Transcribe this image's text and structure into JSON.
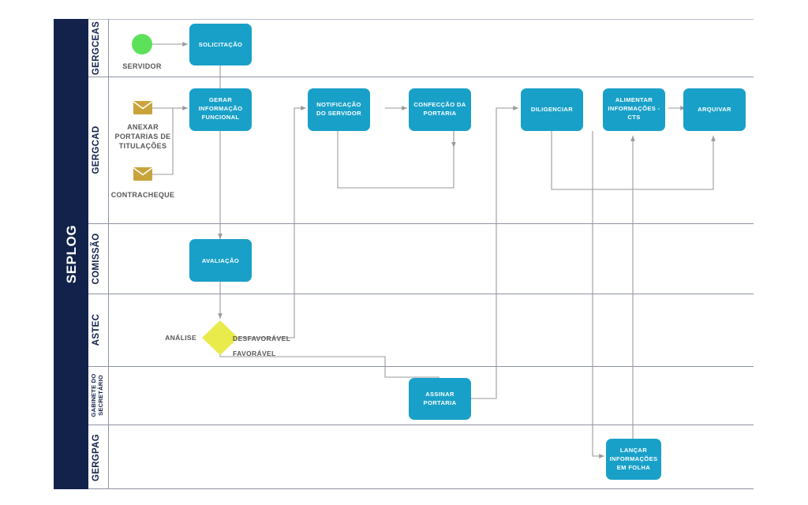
{
  "pool": {
    "title": "SEPLOG",
    "color": "#13224b"
  },
  "colors": {
    "task_fill": "#18a0c8",
    "task_text": "#ffffff",
    "start_event": "#5de05a",
    "gateway": "#e9ea4b",
    "envelope": "#c8a43a",
    "connector": "#9a9a9a",
    "lane_line": "#8d93a6",
    "lane_label": "#14224c",
    "external_label": "#575757"
  },
  "lanes": [
    {
      "id": "gergceas",
      "label": "GERGCEAS"
    },
    {
      "id": "gergcad",
      "label": "GERGCAD"
    },
    {
      "id": "comissao",
      "label": "COMISSÃO"
    },
    {
      "id": "astec",
      "label": "ASTEC"
    },
    {
      "id": "gabinete",
      "label": "GABINETE DO SECRETÁRIO"
    },
    {
      "id": "gergpag",
      "label": "GERGPAG"
    }
  ],
  "events": [
    {
      "id": "start",
      "type": "start-event",
      "lane": "gergceas",
      "label": "SERVIDOR"
    }
  ],
  "artifacts": [
    {
      "id": "anexar",
      "type": "envelope-icon",
      "lane": "gergcad",
      "label": "ANEXAR PORTARIAS DE TITULAÇÕES"
    },
    {
      "id": "contracheque",
      "type": "envelope-icon",
      "lane": "gergcad",
      "label": "CONTRACHEQUE"
    }
  ],
  "tasks": [
    {
      "id": "solicitacao",
      "lane": "gergceas",
      "label": "SOLICITAÇÃO"
    },
    {
      "id": "gerar-info",
      "lane": "gergcad",
      "label": "GERAR INFORMAÇÃO FUNCIONAL"
    },
    {
      "id": "notificacao",
      "lane": "gergcad",
      "label": "NOTIFICAÇÃO DO SERVIDOR"
    },
    {
      "id": "confeccao",
      "lane": "gergcad",
      "label": "CONFECÇÃO DA PORTARIA"
    },
    {
      "id": "diligenciar",
      "lane": "gergcad",
      "label": "DILIGENCIAR"
    },
    {
      "id": "alimentar",
      "lane": "gergcad",
      "label": "ALIMENTAR INFORMAÇÕES - CTS"
    },
    {
      "id": "arquivar",
      "lane": "gergcad",
      "label": "ARQUIVAR"
    },
    {
      "id": "avaliacao",
      "lane": "comissao",
      "label": "AVALIAÇÃO"
    },
    {
      "id": "assinar",
      "lane": "gabinete",
      "label": "ASSINAR PORTARIA"
    },
    {
      "id": "lancar",
      "lane": "gergpag",
      "label": "LANÇAR INFORMAÇÕES EM FOLHA"
    }
  ],
  "gateways": [
    {
      "id": "analise",
      "lane": "astec",
      "label": "ANÁLISE",
      "outcomes": [
        "DESFAVORÁVEL",
        "FAVORÁVEL"
      ]
    }
  ],
  "task_text_lines": {
    "solicitacao": [
      "SOLICITAÇÃO"
    ],
    "gerar-info": [
      "GERAR",
      "INFORMAÇÃO",
      "FUNCIONAL"
    ],
    "notificacao": [
      "NOTIFICAÇÃO",
      "DO SERVIDOR"
    ],
    "confeccao": [
      "CONFECÇÃO DA",
      "PORTARIA"
    ],
    "diligenciar": [
      "DILIGENCIAR"
    ],
    "alimentar": [
      "ALIMENTAR",
      "INFORMAÇÕES -",
      "CTS"
    ],
    "arquivar": [
      "ARQUIVAR"
    ],
    "avaliacao": [
      "AVALIAÇÃO"
    ],
    "assinar": [
      "ASSINAR",
      "PORTARIA"
    ],
    "lancar": [
      "LANÇAR",
      "INFORMAÇÕES",
      "EM FOLHA"
    ]
  },
  "artifact_text_lines": {
    "servidor": [
      "SERVIDOR"
    ],
    "anexar": [
      "ANEXAR",
      "PORTARIAS DE",
      "TITULAÇÕES"
    ],
    "contracheque": [
      "CONTRACHEQUE"
    ]
  },
  "lane_text_lines": {
    "gabinete": [
      "GABINETE DO",
      "SECRETÁRIO"
    ]
  }
}
